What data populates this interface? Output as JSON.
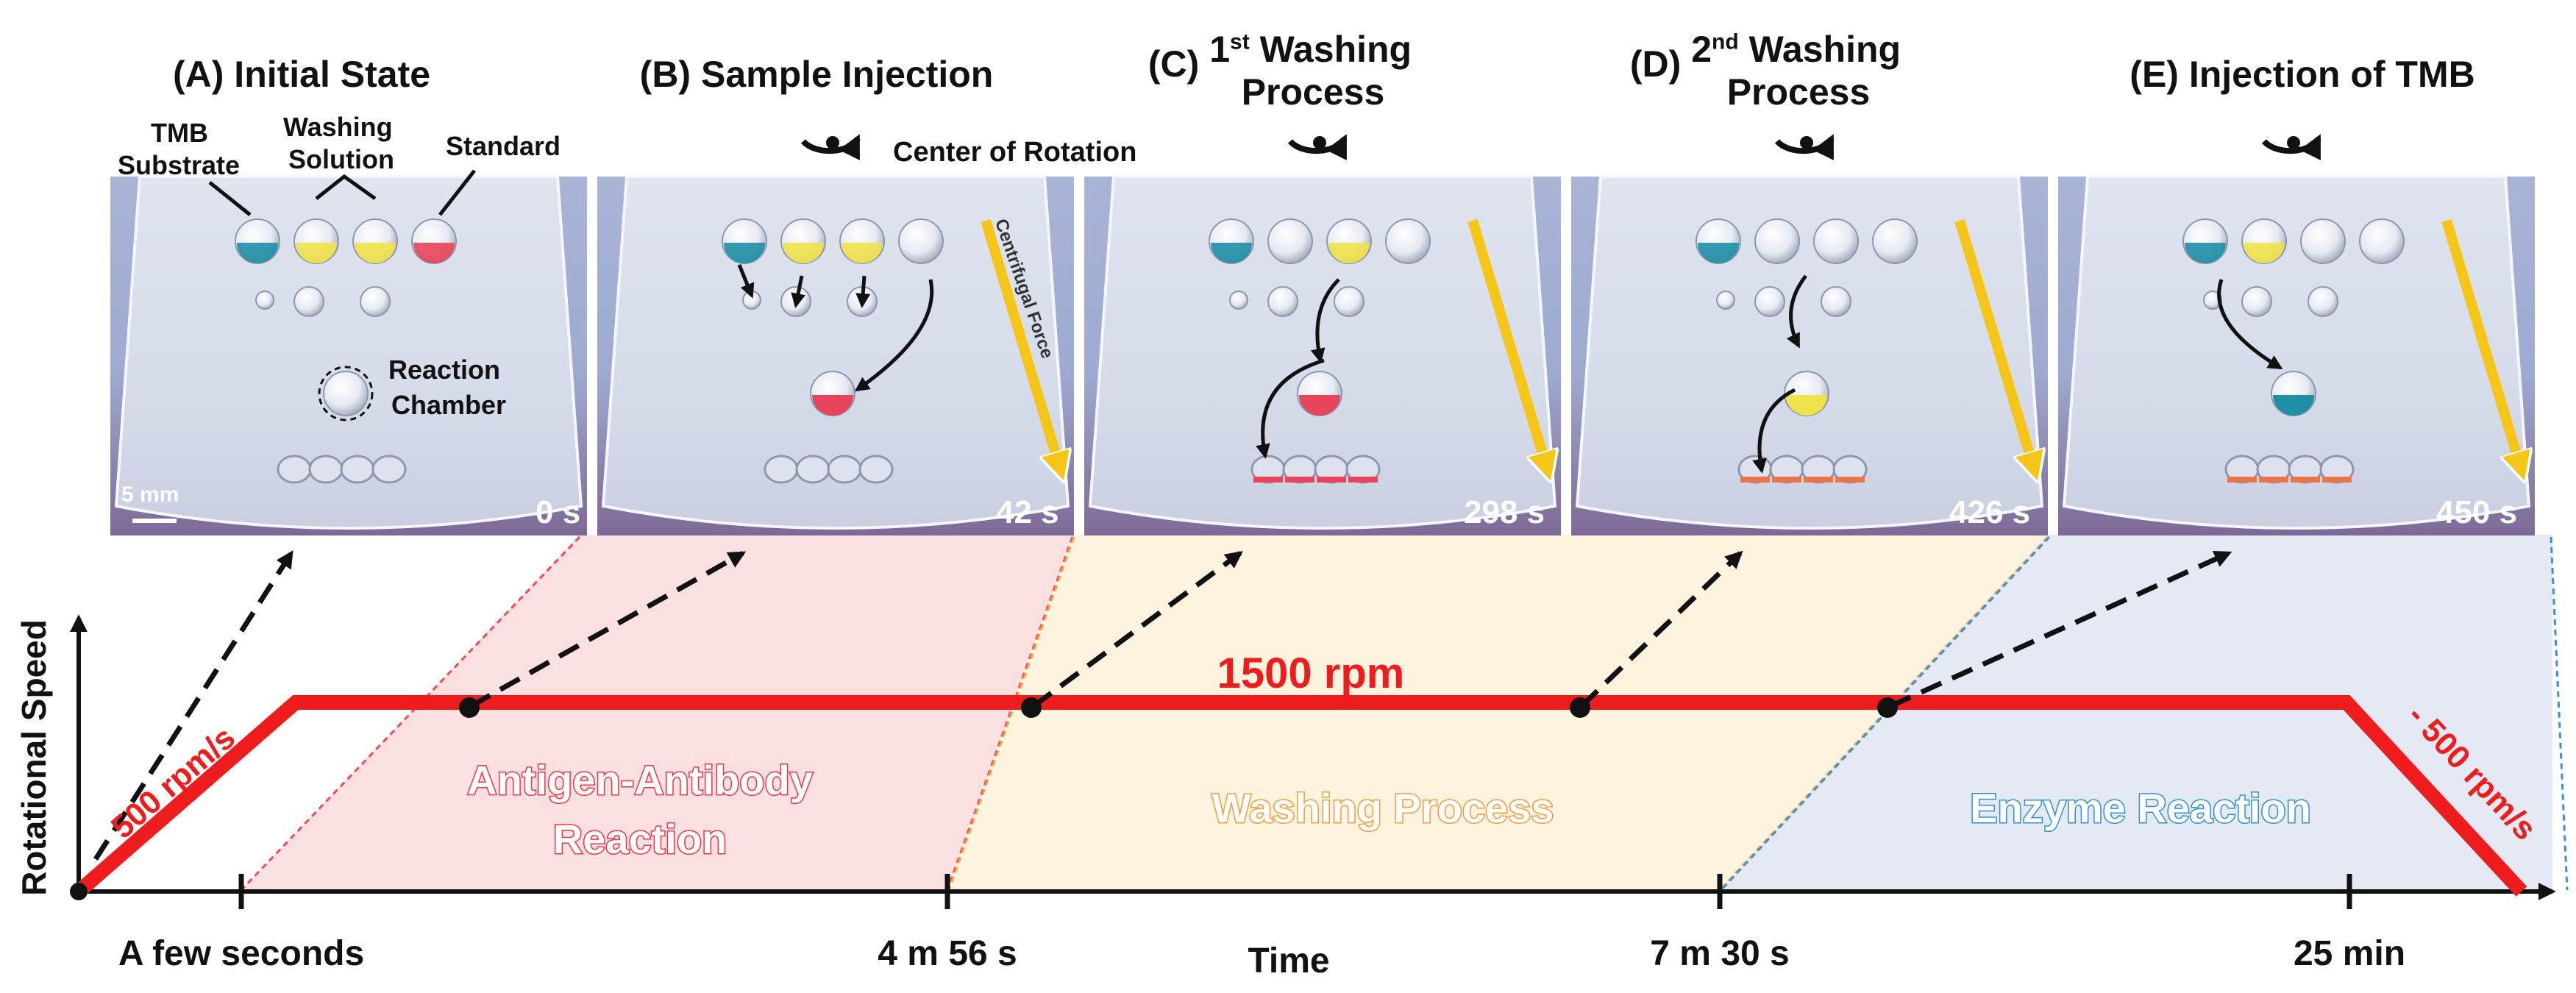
{
  "panels": [
    {
      "label": "(A)",
      "title": "Initial State",
      "time": "0 s"
    },
    {
      "label": "(B)",
      "title": "Sample Injection",
      "time": "42 s"
    },
    {
      "label": "(C)",
      "title_pre": "1",
      "title_sup": "st",
      "title_post": " Washing",
      "title_line2": "Process",
      "time": "298 s"
    },
    {
      "label": "(D)",
      "title_pre": "2",
      "title_sup": "nd",
      "title_post": " Washing",
      "title_line2": "Process",
      "time": "426 s"
    },
    {
      "label": "(E)",
      "title": "Injection of TMB",
      "time": "450 s"
    }
  ],
  "panel_a_labels": {
    "tmb": "TMB",
    "substrate": "Substrate",
    "washing": "Washing",
    "solution": "Solution",
    "standard": "Standard",
    "reaction": "Reaction",
    "chamber": "Chamber",
    "scale": "5 mm"
  },
  "panel_b_labels": {
    "center_of_rotation": "Center of Rotation",
    "centrifugal_force": "Centrifugal Force"
  },
  "graph": {
    "ylabel": "Rotational Speed",
    "xlabel": "Time",
    "speed_label": "1500 rpm",
    "accel_label": "500 rpm/s",
    "decel_label": "- 500 rpm/s",
    "ticks": [
      "A few seconds",
      "4 m 56 s",
      "7 m 30 s",
      "25 min"
    ],
    "phases": [
      "Antigen-Antibody",
      "Reaction",
      "Washing Process",
      "Enzyme Reaction"
    ]
  },
  "colors": {
    "speed_line": "#ee1c1c",
    "phase_antigen": "#fbe0e2",
    "phase_washing": "#fdf3df",
    "phase_enzyme": "#e5e9f3",
    "tmb_blue": "#1f8fa6",
    "wash_yellow": "#efe24a",
    "standard_red": "#e8455a",
    "force_arrow": "#f5c518",
    "washing_text": "#f39a3c",
    "enzyme_text": "#2f8fcf"
  }
}
